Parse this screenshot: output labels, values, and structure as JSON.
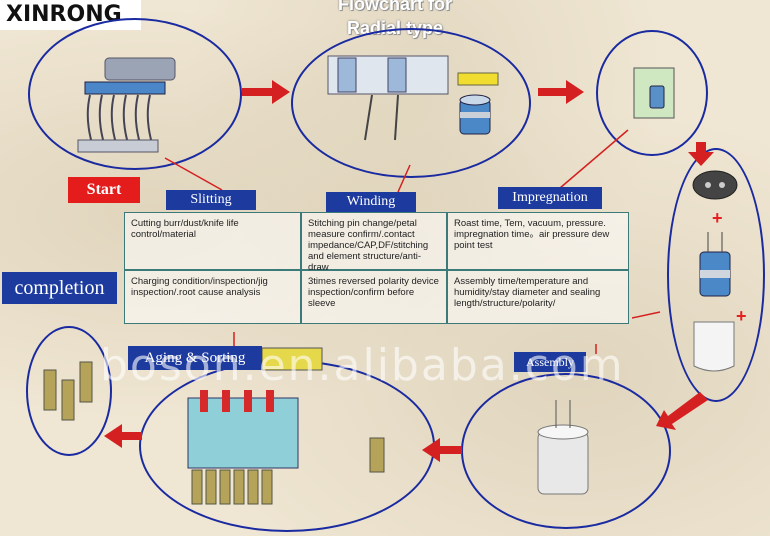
{
  "brand": "XINRONG",
  "title_line1": "Flowchart for",
  "title_line2": "Radial type",
  "start_label": "Start",
  "completion_label": "completion",
  "stages": {
    "slitting": "Slitting",
    "winding": "Winding",
    "impregnation": "Impregnation",
    "assembly": "Assembly",
    "aging_sorting": "Aging & Sorting"
  },
  "table": {
    "r1c1": "Cutting burr/dust/knife life control/material",
    "r1c2": "Stitching pin change/petal measure confirm/.contact impedance/CAP,DF/stitching and element structure/anti-draw",
    "r1c3": "Roast time, Tem, vacuum, pressure. impregnation time。air pressure dew point test",
    "r2c1": "Charging condition/inspection/jig inspection/.root cause analysis",
    "r2c2": "3times reversed polarity device inspection/confirm before sleeve",
    "r2c3": "Assembly time/temperature and humidity/stay diameter and sealing length/structure/polarity/"
  },
  "watermark": "boson.en.alibaba.com",
  "colors": {
    "ellipse": "#1a2aa0",
    "arrow": "#d42020",
    "label_bg": "#1d3a9e",
    "start_bg": "#e41c1c"
  }
}
